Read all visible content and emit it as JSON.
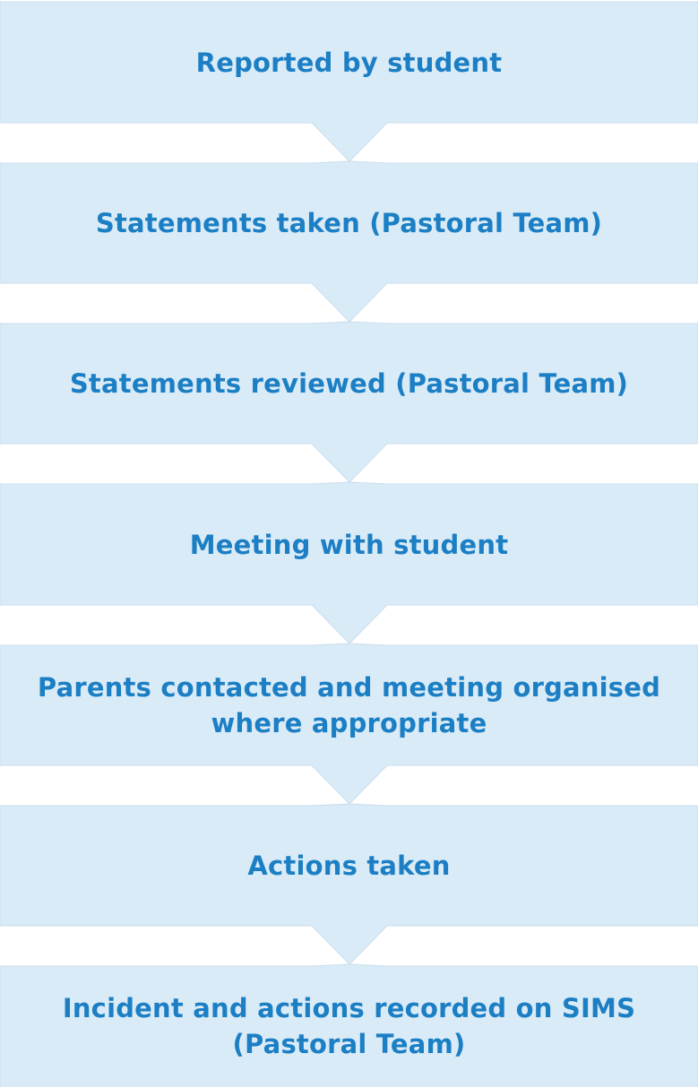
{
  "colors": {
    "box_fill": "#daebf8",
    "box_edge": "#c9dced",
    "text": "#1c7fc4"
  },
  "steps": [
    {
      "label": "Reported by student"
    },
    {
      "label": "Statements taken (Pastoral Team)"
    },
    {
      "label": "Statements reviewed (Pastoral Team)"
    },
    {
      "label": "Meeting with student"
    },
    {
      "label": "Parents contacted and meeting organised\nwhere appropriate"
    },
    {
      "label": "Actions taken"
    },
    {
      "label": "Incident and actions recorded on SIMS\n(Pastoral Team)"
    }
  ]
}
